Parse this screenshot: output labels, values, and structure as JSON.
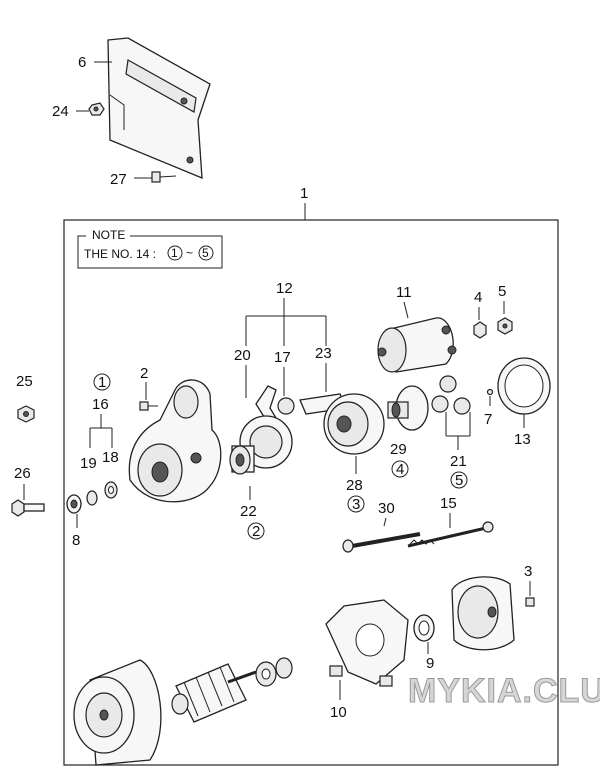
{
  "note": {
    "header": "NOTE",
    "line_prefix": "THE NO. 14 :",
    "range_start": "1",
    "tilde": "~",
    "range_end": "5"
  },
  "callouts": {
    "n1": "1",
    "n2": "2",
    "n3": "3",
    "n4": "4",
    "n5": "5",
    "n6": "6",
    "n7": "7",
    "n8": "8",
    "n9": "9",
    "n10": "10",
    "n11": "11",
    "n12": "12",
    "n13": "13",
    "n15": "15",
    "n16": "16",
    "n17": "17",
    "n18": "18",
    "n19": "19",
    "n20": "20",
    "n21": "21",
    "n22": "22",
    "n23": "23",
    "n24": "24",
    "n25": "25",
    "n26": "26",
    "n27": "27",
    "n28": "28",
    "n29": "29",
    "n30": "30"
  },
  "circled": {
    "c1": "1",
    "c2": "2",
    "c3": "3",
    "c4": "4",
    "c5": "5"
  },
  "watermark": "MYKIA.CLUB"
}
